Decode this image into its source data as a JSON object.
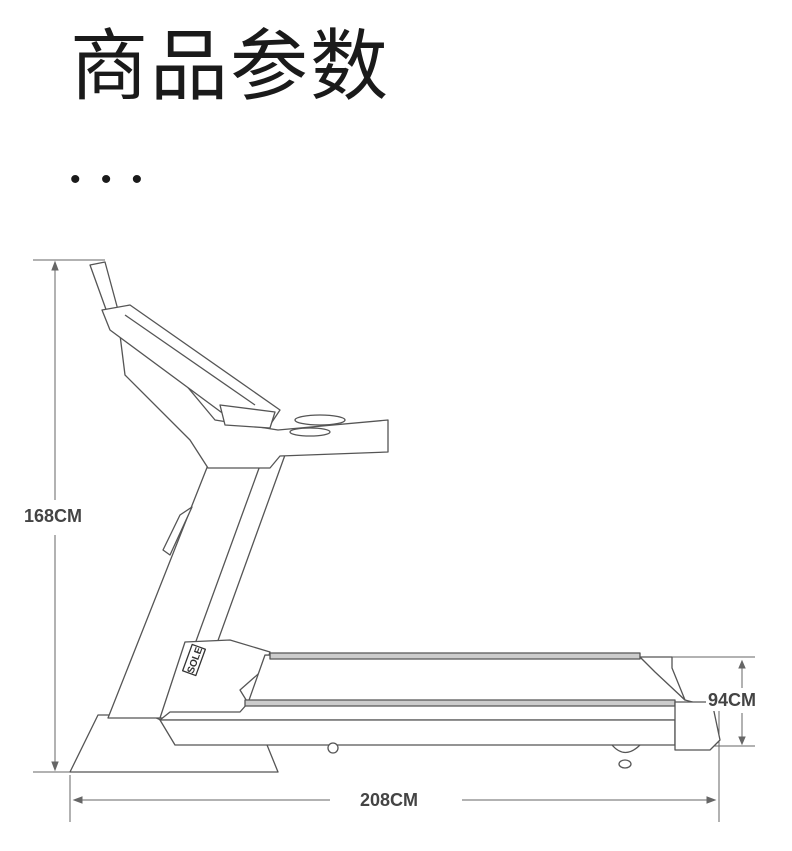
{
  "header": {
    "title": "商品参数",
    "ellipsis": "• • •"
  },
  "dimensions": {
    "height": "168CM",
    "length": "208CM",
    "deck_height": "94CM"
  },
  "product": {
    "logo_text": "SOLE"
  },
  "colors": {
    "line": "#555555",
    "text": "#1a1a1a",
    "label": "#444444"
  }
}
